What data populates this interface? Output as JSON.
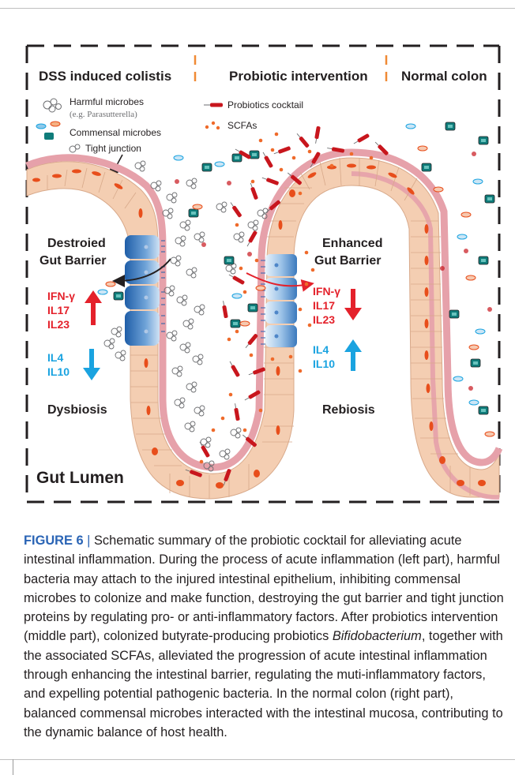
{
  "figure": {
    "panel_titles": {
      "left": "DSS induced colistis",
      "middle": "Probiotic intervention",
      "right": "Normal colon"
    },
    "legend": {
      "harmful": "Harmful microbes",
      "harmful_example": "(e.g. Parasutterella)",
      "commensal": "Commensal microbes",
      "tight_junction": "Tight junction",
      "probiotics": "Probiotics cocktail",
      "scfas": "SCFAs"
    },
    "left_panel": {
      "barrier_line1": "Destroied",
      "barrier_line2": "Gut Barrier",
      "pro_inflammatory": [
        "IFN-γ",
        "IL17",
        "IL23"
      ],
      "anti_inflammatory": [
        "IL4",
        "IL10"
      ],
      "state": "Dysbiosis"
    },
    "middle_panel": {
      "barrier_line1": "Enhanced",
      "barrier_line2": "Gut Barrier",
      "pro_inflammatory": [
        "IFN-γ",
        "IL17",
        "IL23"
      ],
      "anti_inflammatory": [
        "IL4",
        "IL10"
      ],
      "state": "Rebiosis"
    },
    "lumen_label": "Gut Lumen",
    "colors": {
      "pro_inflammatory": "#e4212b",
      "anti_inflammatory": "#1aa3e0",
      "mucosa": "#e6a1aa",
      "epithelium": "#f4ceb2",
      "nucleus": "#e84e1b",
      "probiotic": "#c8161d",
      "scfa": "#ef6a2a",
      "commensal": "#0f7c7a",
      "dash_orange": "#f08a35"
    }
  },
  "caption": {
    "label": "FIGURE 6",
    "separator": " | ",
    "text_before_italic": "Schematic summary of the probiotic cocktail for alleviating acute intestinal inflammation. During the process of acute inflammation (left part), harmful bacteria may attach to the injured intestinal epithelium, inhibiting commensal microbes to colonize and make function, destroying the gut barrier and tight junction proteins by regulating pro- or anti-inflammatory factors. After probiotics intervention (middle part), colonized butyrate-producing probiotics ",
    "italic": "Bifidobacterium",
    "text_after_italic": ", together with the associated SCFAs, alleviated the progression of acute intestinal inflammation through enhancing the intestinal barrier, regulating the muti-inflammatory factors, and expelling potential pathogenic bacteria. In the normal colon (right part), balanced commensal microbes interacted with the intestinal mucosa, contributing to the dynamic balance of host health."
  }
}
